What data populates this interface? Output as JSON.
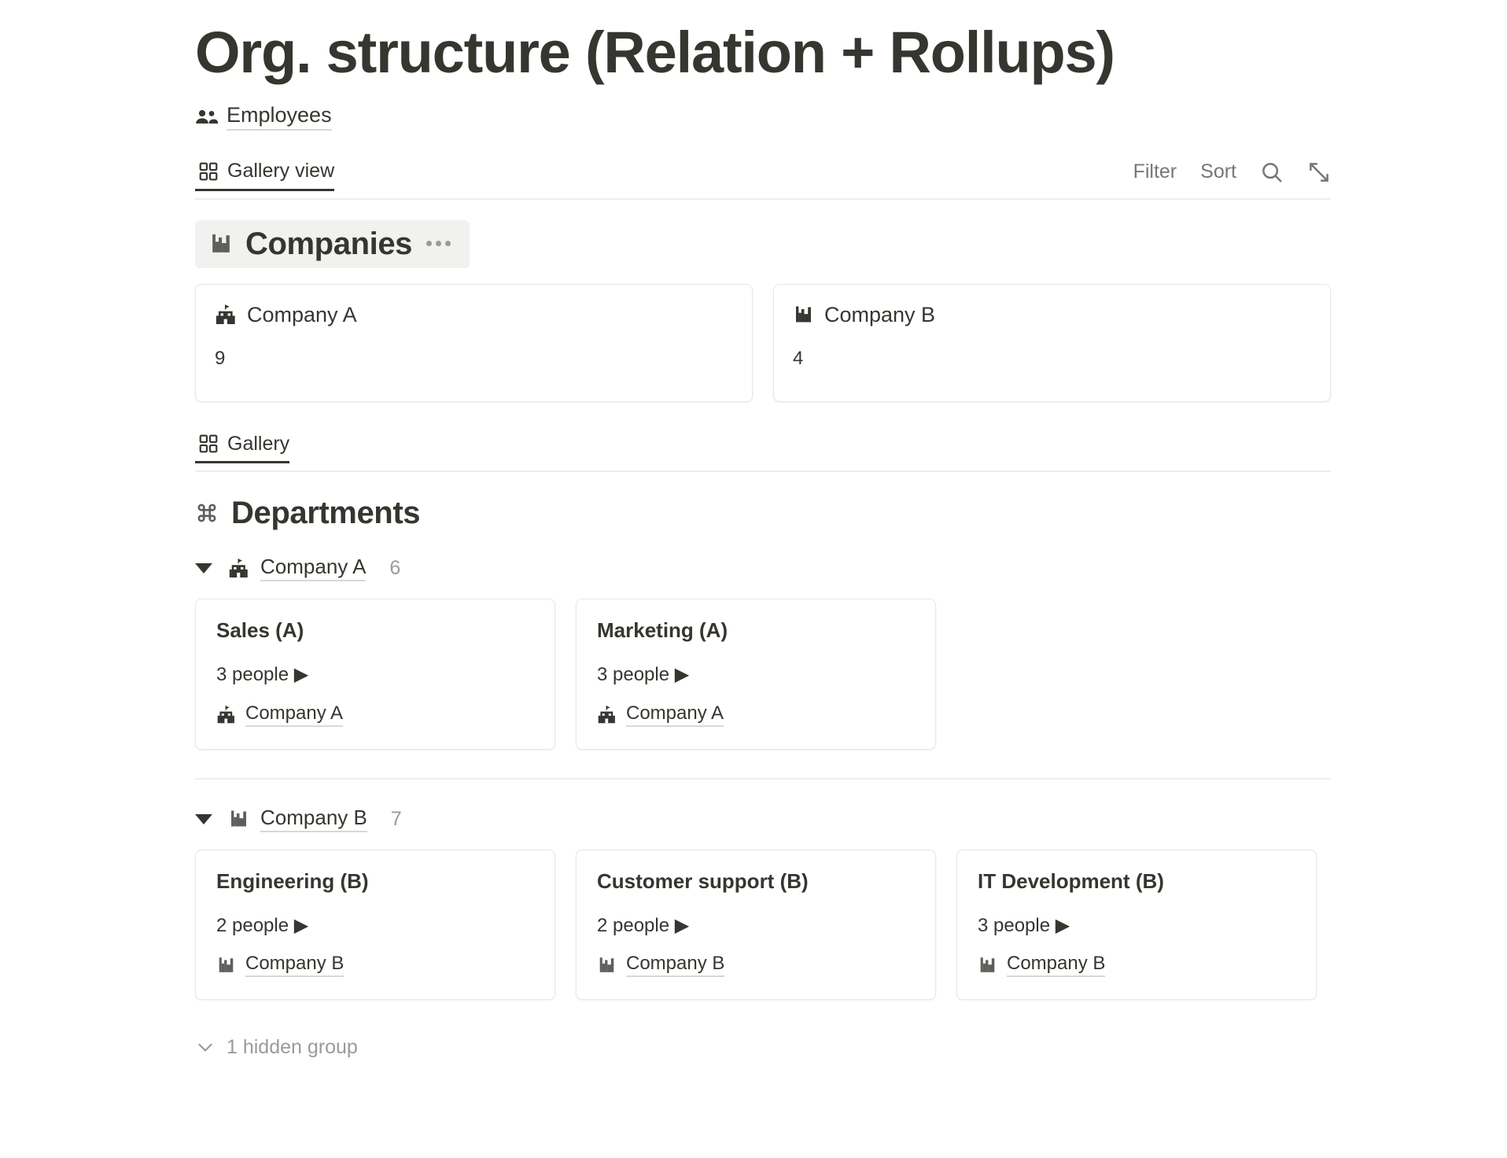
{
  "page": {
    "title": "Org. structure (Relation + Rollups)",
    "source": {
      "icon": "people-group-icon",
      "label": "Employees"
    }
  },
  "toolbar": {
    "tabs": [
      {
        "icon": "gallery-grid-icon",
        "label": "Gallery view",
        "active": true
      }
    ],
    "filter_label": "Filter",
    "sort_label": "Sort",
    "search_icon": "search-icon",
    "expand_icon": "expand-diagonal-icon"
  },
  "companies_section": {
    "icon": "factory-icon",
    "title": "Companies",
    "menu_icon": "ellipsis-icon",
    "cards": [
      {
        "icon": "school-building-icon",
        "title": "Company A",
        "value": "9"
      },
      {
        "icon": "factory-icon",
        "title": "Company B",
        "value": "4"
      }
    ]
  },
  "gallery_toolbar": {
    "tabs": [
      {
        "icon": "gallery-grid-icon",
        "label": "Gallery",
        "active": true
      }
    ]
  },
  "departments_section": {
    "icon": "command-icon",
    "title": "Departments",
    "groups": [
      {
        "icon": "school-building-icon",
        "label": "Company A",
        "count": "6",
        "cards": [
          {
            "title": "Sales (A)",
            "rollup": "3 people ▶",
            "relation_icon": "school-building-icon",
            "relation_label": "Company A"
          },
          {
            "title": "Marketing (A)",
            "rollup": "3 people ▶",
            "relation_icon": "school-building-icon",
            "relation_label": "Company A"
          }
        ]
      },
      {
        "icon": "factory-icon",
        "label": "Company B",
        "count": "7",
        "cards": [
          {
            "title": "Engineering (B)",
            "rollup": "2 people ▶",
            "relation_icon": "factory-icon",
            "relation_label": "Company B"
          },
          {
            "title": "Customer support (B)",
            "rollup": "2 people ▶",
            "relation_icon": "factory-icon",
            "relation_label": "Company B"
          },
          {
            "title": "IT Development (B)",
            "rollup": "3 people ▶",
            "relation_icon": "factory-icon",
            "relation_label": "Company B"
          }
        ]
      }
    ],
    "hidden_group": {
      "icon": "chevron-down-icon",
      "label": "1 hidden group"
    }
  },
  "colors": {
    "text": "#37352f",
    "muted": "#9b9a97",
    "border": "#e8e7e4",
    "divider": "#eeedeb",
    "header_bg": "#f1f1ef"
  }
}
